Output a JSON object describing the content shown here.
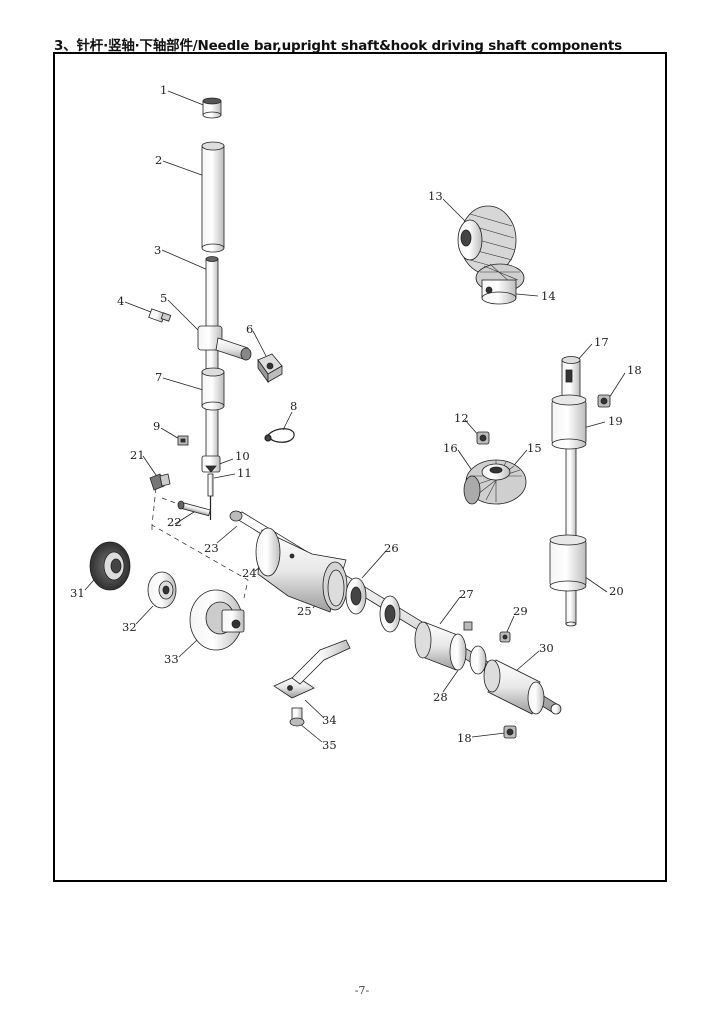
{
  "header": {
    "title": "3、针杆·竖轴·下轴部件/Needle bar,upright shaft&hook driving shaft components"
  },
  "part_numbers": [
    "1",
    "2",
    "3",
    "4",
    "5",
    "6",
    "7",
    "8",
    "9",
    "10",
    "11",
    "12",
    "13",
    "14",
    "15",
    "16",
    "17",
    "18",
    "19",
    "20",
    "21",
    "22",
    "23",
    "24",
    "25",
    "26",
    "27",
    "28",
    "29",
    "30",
    "31",
    "32",
    "33",
    "34",
    "35",
    "18"
  ],
  "footer": {
    "page_number": "-7-"
  }
}
